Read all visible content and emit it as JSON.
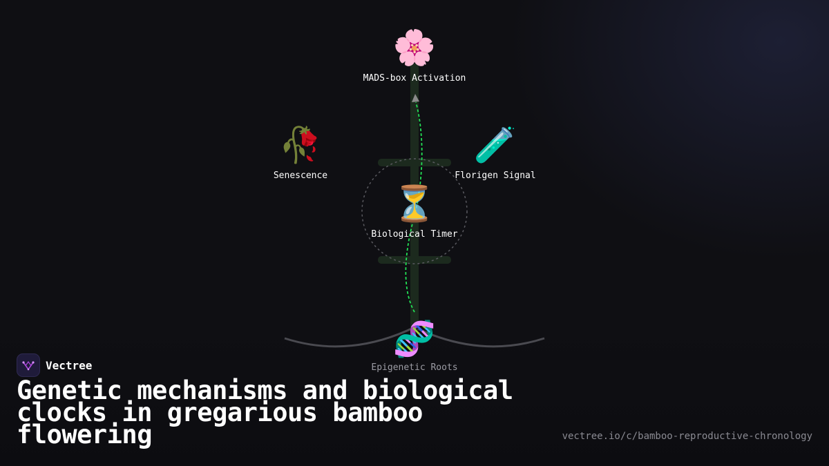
{
  "diagram": {
    "nodes": {
      "top": {
        "icon": "🌸",
        "icon_name": "cherry-blossom-icon",
        "label": "MADS-box Activation"
      },
      "left": {
        "icon": "🥀",
        "icon_name": "wilted-flower-icon",
        "label": "Senescence"
      },
      "right": {
        "icon": "🧪",
        "icon_name": "test-tube-icon",
        "label": "Florigen Signal"
      },
      "center": {
        "icon": "⏳",
        "icon_name": "hourglass-icon",
        "label": "Biological Timer"
      },
      "bottom": {
        "icon": "🧬",
        "icon_name": "dna-icon",
        "label": "Epigenetic Roots"
      }
    },
    "colors": {
      "stem": "#1c2a1e",
      "signal_path": "#22e055",
      "ground": "#4a4a50",
      "ring": "#5a5a60"
    }
  },
  "brand": {
    "name": "Vectree",
    "logo_color": "#b04adf"
  },
  "title": "Genetic mechanisms and biological clocks in gregarious bamboo flowering",
  "url": "vectree.io/c/bamboo-reproductive-chronology"
}
